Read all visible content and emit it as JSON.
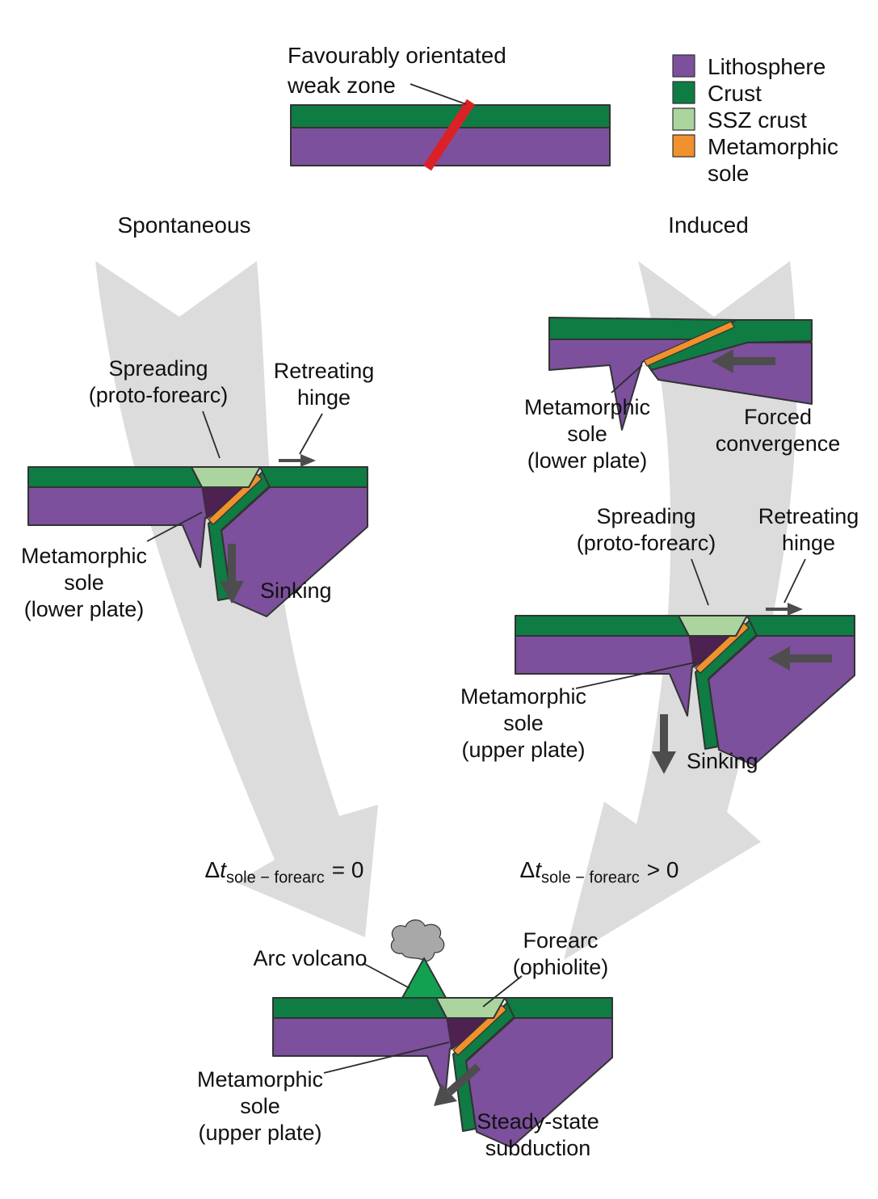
{
  "colors": {
    "lithosphere": "#7c509c",
    "crust": "#0e7c43",
    "ssz_crust": "#abd49f",
    "sole": "#f0912d",
    "mantle_wedge": "#4d2150",
    "weak_zone": "#da2128",
    "flow_arrow": "#dcdcdc",
    "motion_arrow": "#4d4d4d",
    "volcano": "#12a150",
    "smoke": "#a8a8a8"
  },
  "legend": {
    "items": [
      {
        "label": "Lithosphere"
      },
      {
        "label": "Crust"
      },
      {
        "label": "SSZ crust"
      },
      {
        "label": "Metamorphic\nsole"
      }
    ]
  },
  "initial": {
    "weak_zone_label": "Favourably orientated\nweak zone"
  },
  "branches": {
    "left": "Spontaneous",
    "right": "Induced"
  },
  "spontaneous": {
    "spreading": "Spreading\n(proto-forearc)",
    "retreating_hinge": "Retreating\nhinge",
    "metamorphic_sole": "Metamorphic\nsole\n(lower plate)",
    "sinking": "Sinking"
  },
  "induced_stage1": {
    "metamorphic_sole": "Metamorphic\nsole\n(lower plate)",
    "forced_convergence": "Forced\nconvergence"
  },
  "induced_stage2": {
    "spreading": "Spreading\n(proto-forearc)",
    "retreating_hinge": "Retreating\nhinge",
    "metamorphic_sole": "Metamorphic\nsole\n(upper plate)",
    "sinking": "Sinking"
  },
  "timing": {
    "delta": "Δ",
    "t": "t",
    "subscript": "sole − forearc",
    "left_value": "= 0",
    "right_value": "> 0"
  },
  "steady_state": {
    "arc_volcano": "Arc volcano",
    "forearc": "Forearc\n(ophiolite)",
    "metamorphic_sole": "Metamorphic\nsole\n(upper plate)",
    "label": "Steady-state\nsubduction"
  }
}
